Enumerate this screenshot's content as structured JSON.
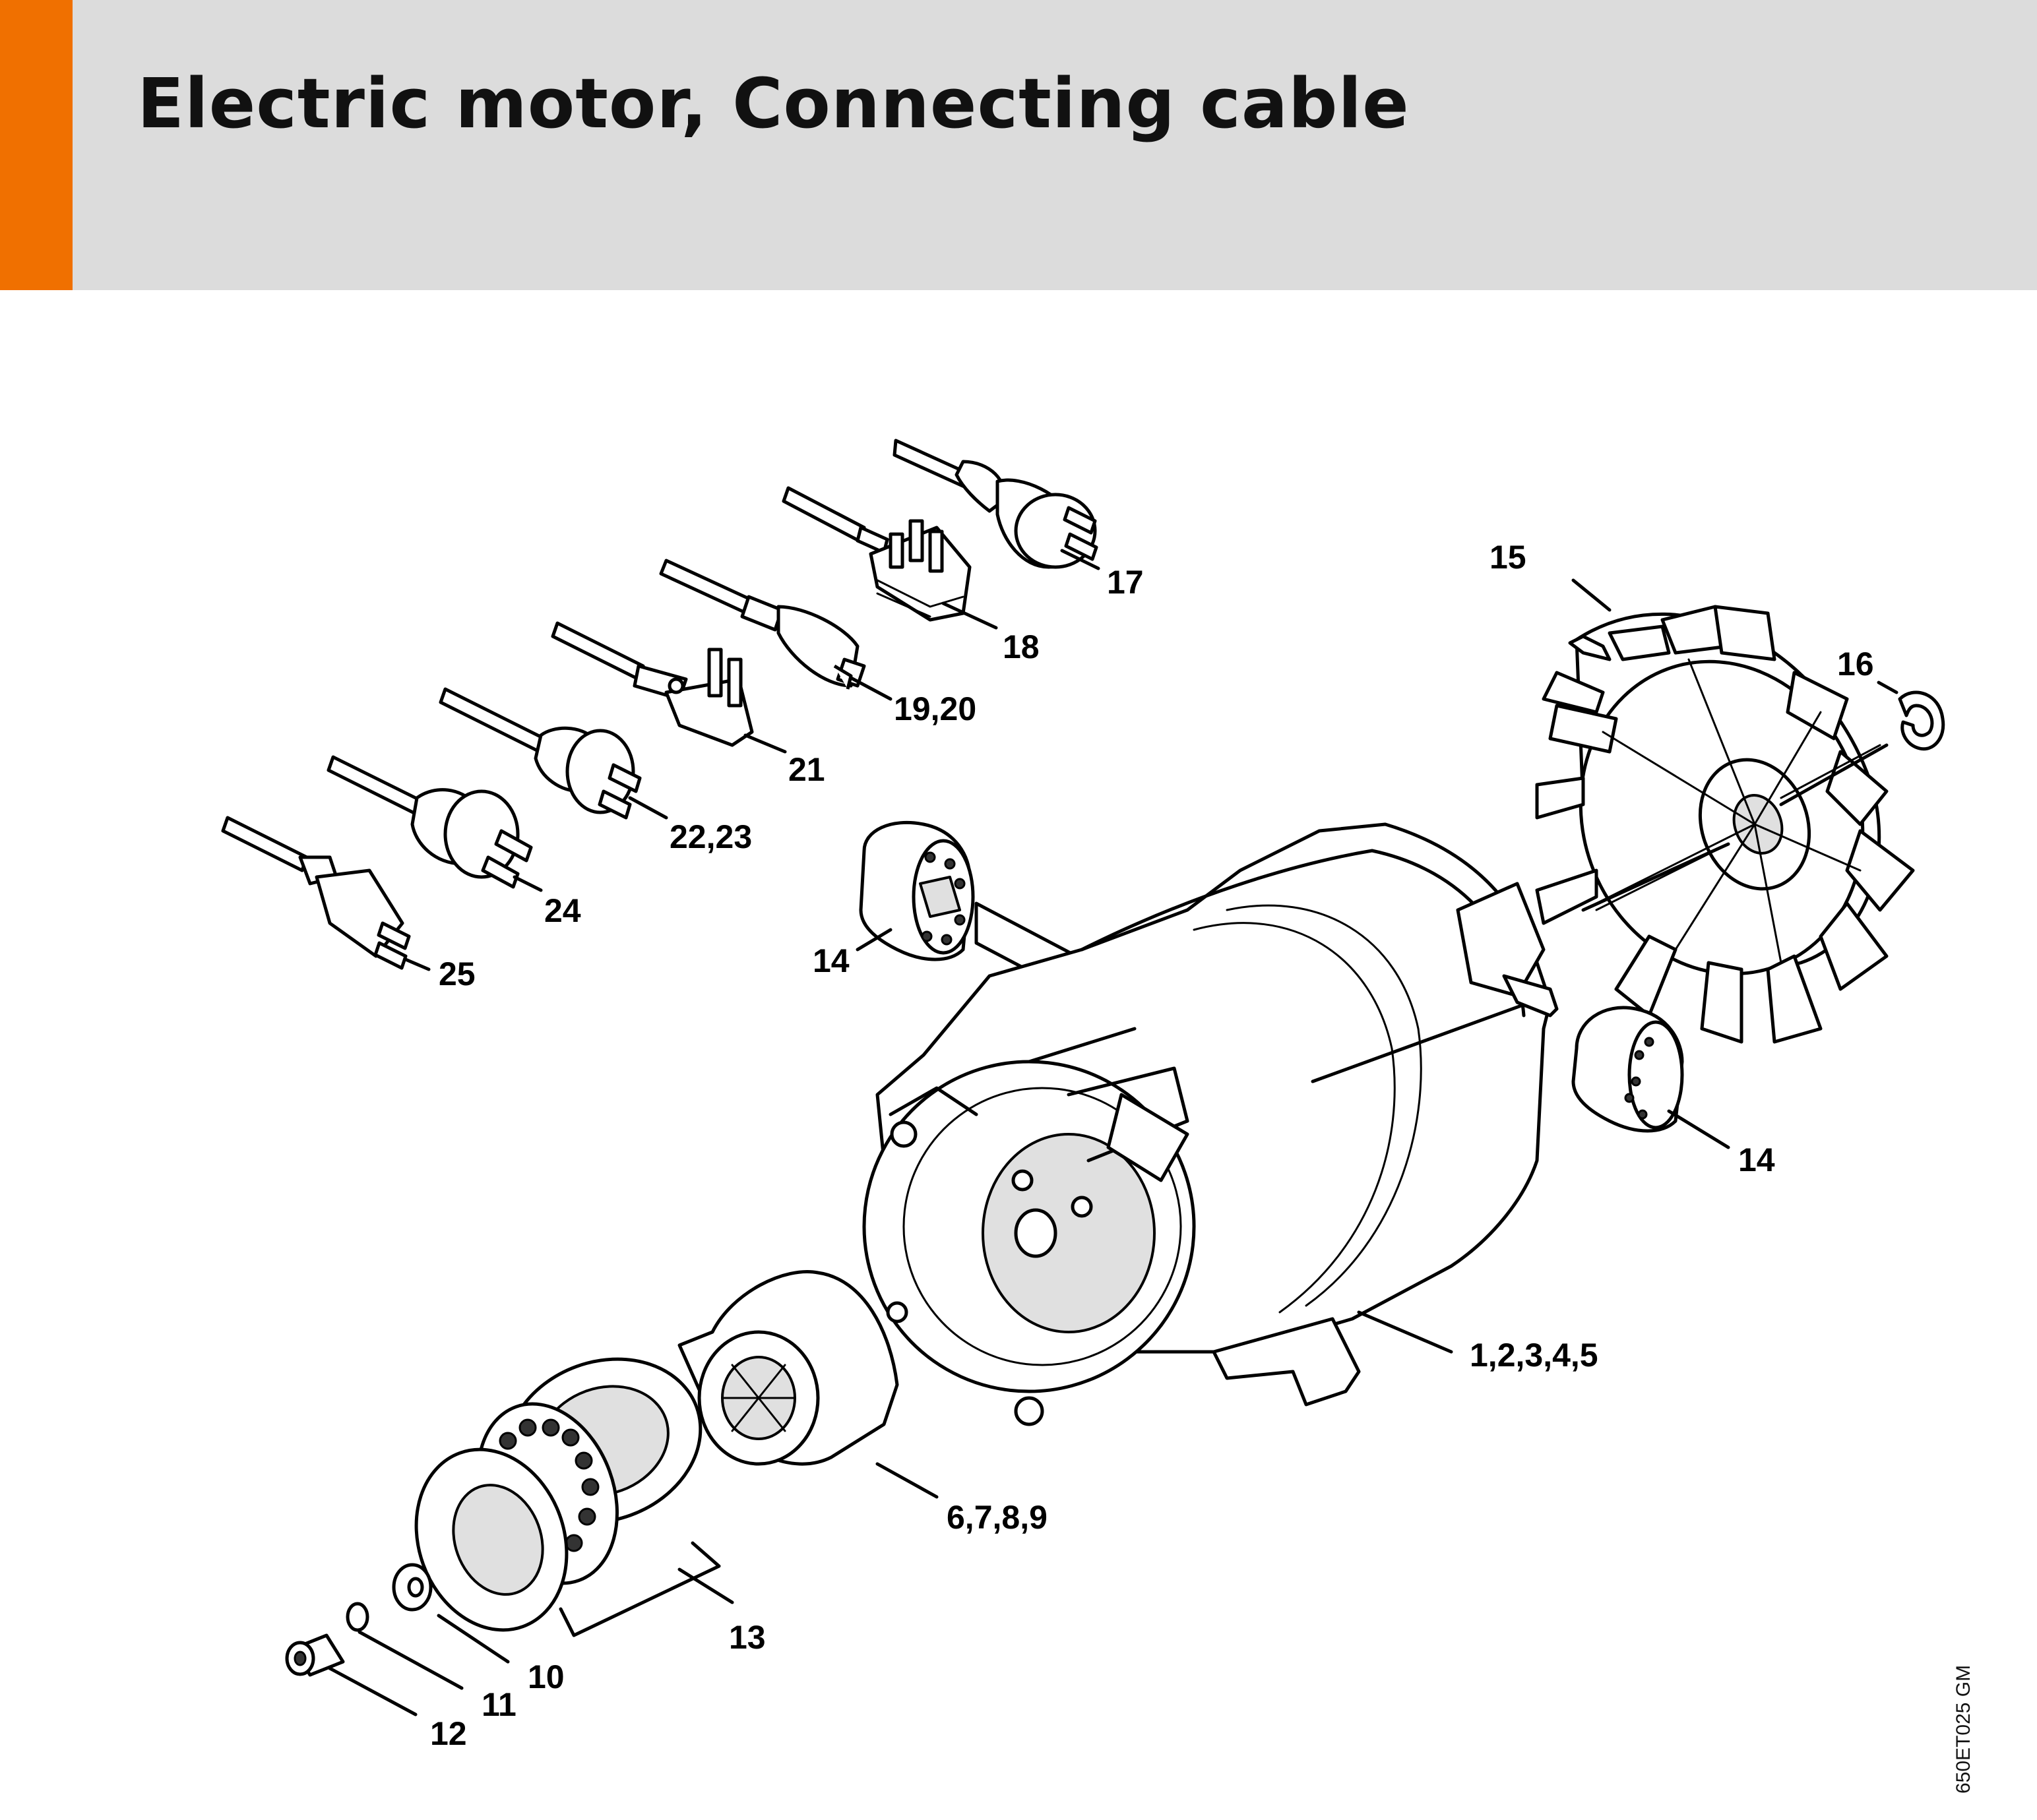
{
  "header": {
    "title": "Electric motor, Connecting cable",
    "accent_color": "#f07000",
    "background_color": "#dcdcdc"
  },
  "diagram_ref": "650ET025 GM",
  "callouts": [
    {
      "id": "c17",
      "label": "17"
    },
    {
      "id": "c18",
      "label": "18"
    },
    {
      "id": "c19",
      "label": "19,20"
    },
    {
      "id": "c21",
      "label": "21"
    },
    {
      "id": "c22",
      "label": "22,23"
    },
    {
      "id": "c24",
      "label": "24"
    },
    {
      "id": "c25",
      "label": "25"
    },
    {
      "id": "c15",
      "label": "15"
    },
    {
      "id": "c16",
      "label": "16"
    },
    {
      "id": "c14a",
      "label": "14"
    },
    {
      "id": "c14b",
      "label": "14"
    },
    {
      "id": "c1",
      "label": "1,2,3,4,5"
    },
    {
      "id": "c6",
      "label": "6,7,8,9"
    },
    {
      "id": "c13",
      "label": "13"
    },
    {
      "id": "c10",
      "label": "10"
    },
    {
      "id": "c11",
      "label": "11"
    },
    {
      "id": "c12",
      "label": "12"
    }
  ]
}
